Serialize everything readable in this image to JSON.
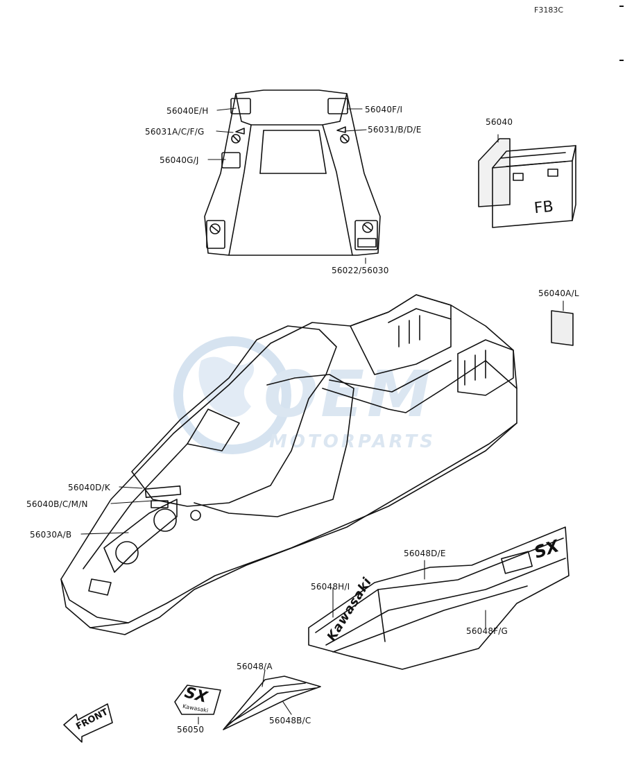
{
  "diagram": {
    "code": "F3183C",
    "watermark": {
      "brand": "OEM",
      "subtitle": "MOTORPARTS",
      "color": "#d3e1ef"
    },
    "front_arrow_label": "FRONT",
    "battery_text": "FB",
    "decal_brand": "Kawasaki",
    "decal_model": "SX",
    "callouts": [
      {
        "id": "c1",
        "text": "56040E/H"
      },
      {
        "id": "c2",
        "text": "56040F/I"
      },
      {
        "id": "c3",
        "text": "56031A/C/F/G"
      },
      {
        "id": "c4",
        "text": "56031/B/D/E"
      },
      {
        "id": "c5",
        "text": "56040G/J"
      },
      {
        "id": "c6",
        "text": "56040"
      },
      {
        "id": "c7",
        "text": "56022/56030"
      },
      {
        "id": "c8",
        "text": "56040A/L"
      },
      {
        "id": "c9",
        "text": "56040D/K"
      },
      {
        "id": "c10",
        "text": "56040B/C/M/N"
      },
      {
        "id": "c11",
        "text": "56030A/B"
      },
      {
        "id": "c12",
        "text": "56048D/E"
      },
      {
        "id": "c13",
        "text": "56048H/I"
      },
      {
        "id": "c14",
        "text": "56048F/G"
      },
      {
        "id": "c15",
        "text": "56048/A"
      },
      {
        "id": "c16",
        "text": "56050"
      },
      {
        "id": "c17",
        "text": "56048B/C"
      }
    ]
  }
}
